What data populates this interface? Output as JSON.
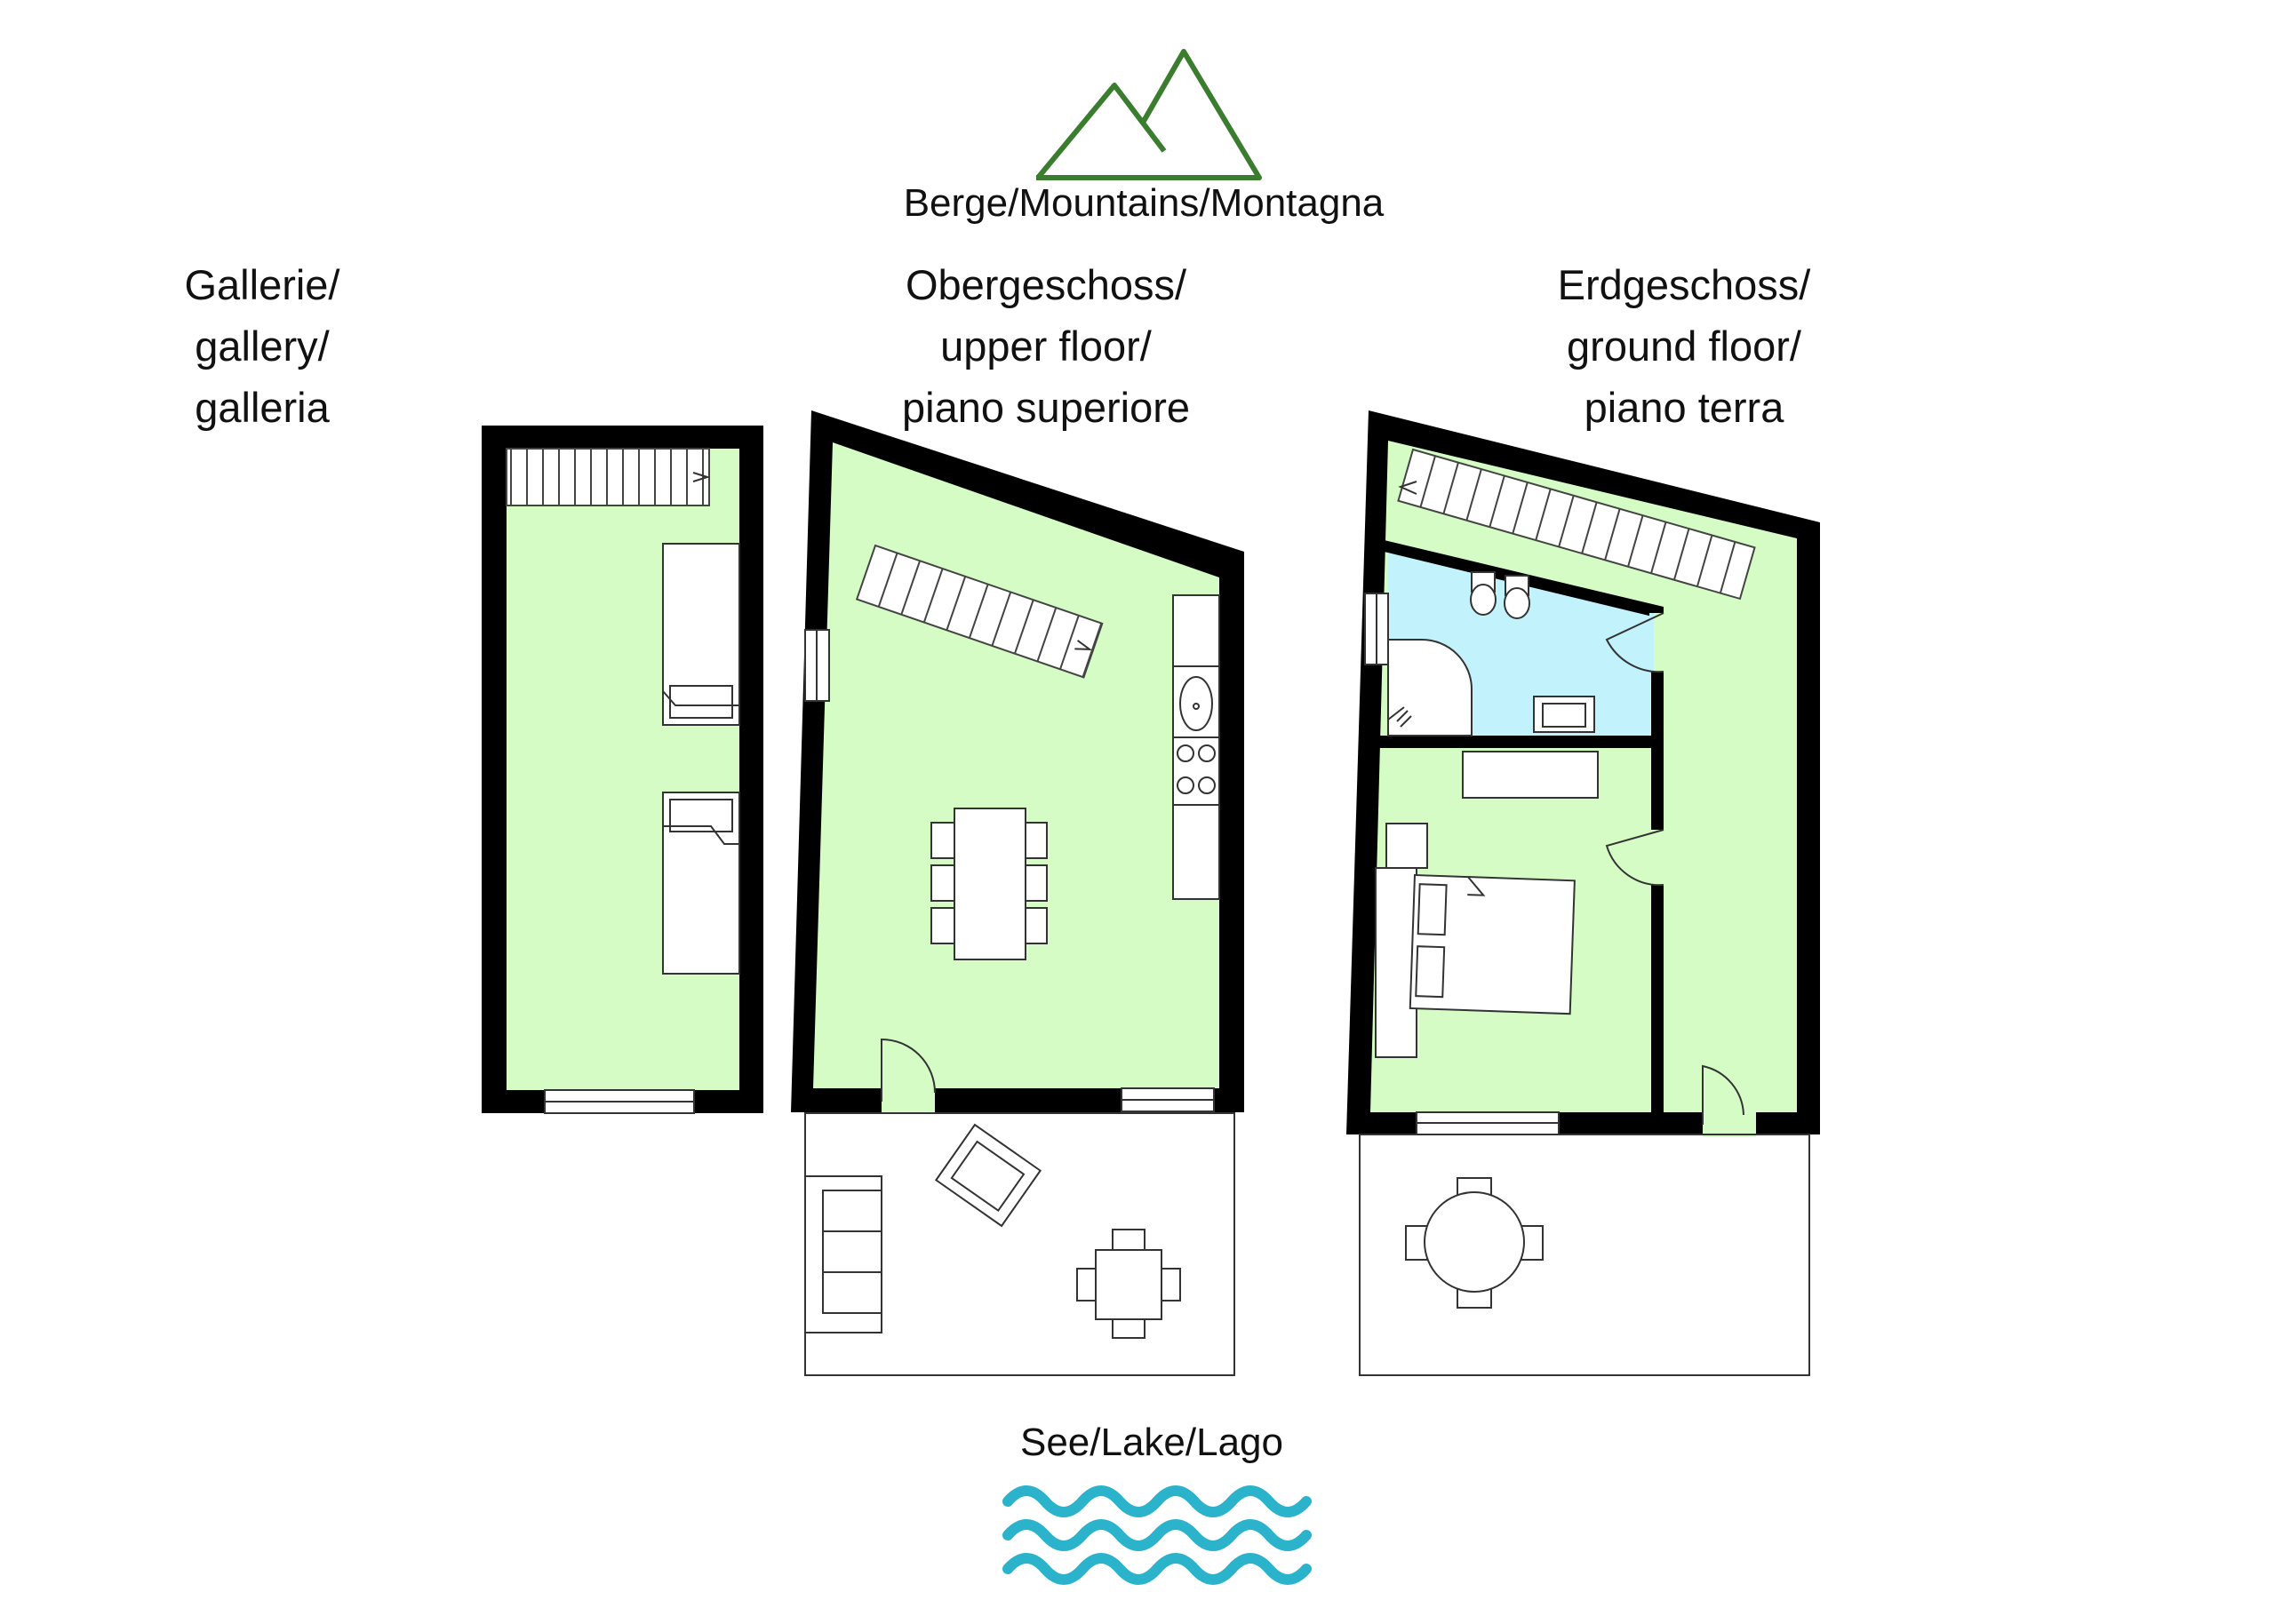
{
  "compass": {
    "top_label": "Berge/Mountains/Montagna",
    "bottom_label": "See/Lake/Lago",
    "mountain_color": "#3a7d2e",
    "water_color": "#2bb3cc"
  },
  "floors": [
    {
      "id": "gallery",
      "lines": [
        "Gallerie/",
        "gallery/",
        "galleria"
      ]
    },
    {
      "id": "upper",
      "lines": [
        "Obergeschoss/",
        "upper floor/",
        "piano superiore"
      ]
    },
    {
      "id": "ground",
      "lines": [
        "Erdgeschoss/",
        "ground floor/",
        "piano terra"
      ]
    }
  ],
  "colors": {
    "room": "#d4fcc4",
    "bathroom": "#c2f2fc",
    "wall": "#000000"
  }
}
